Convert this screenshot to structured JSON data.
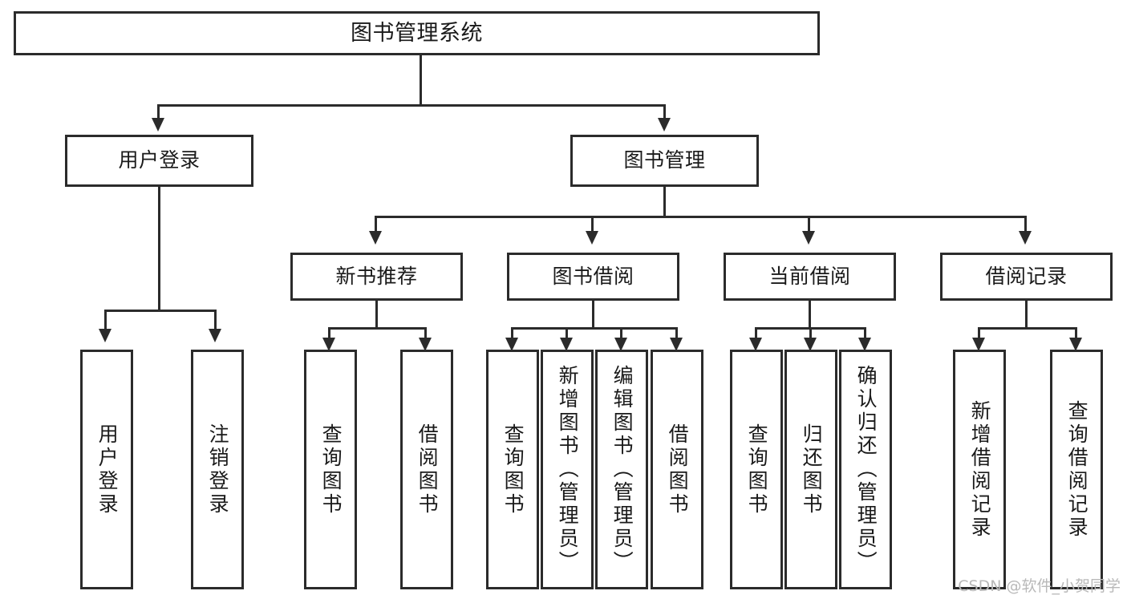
{
  "diagram": {
    "title": "图书管理系统",
    "type": "tree",
    "watermark": "CSDN @软件_小贺同学",
    "colors": {
      "stroke": "#2b2b2b",
      "fill": "#ffffff",
      "text": "#1a1a1a",
      "watermark": "#b9b9b9"
    },
    "root": {
      "label": "图书管理系统"
    },
    "level2": [
      {
        "label": "用户登录"
      },
      {
        "label": "图书管理"
      }
    ],
    "level3": [
      {
        "label": "新书推荐"
      },
      {
        "label": "图书借阅"
      },
      {
        "label": "当前借阅"
      },
      {
        "label": "借阅记录"
      }
    ],
    "leaves": {
      "user_login": [
        {
          "label": "用户登录"
        },
        {
          "label": "注销登录"
        }
      ],
      "new_book": [
        {
          "label": "查询图书"
        },
        {
          "label": "借阅图书"
        }
      ],
      "book_borrow": [
        {
          "label": "查询图书"
        },
        {
          "label": "新增图书（管理员）"
        },
        {
          "label": "编辑图书（管理员）"
        },
        {
          "label": "借阅图书"
        }
      ],
      "current_borrow": [
        {
          "label": "查询图书"
        },
        {
          "label": "归还图书"
        },
        {
          "label": "确认归还（管理员）"
        }
      ],
      "borrow_record": [
        {
          "label": "新增借阅记录"
        },
        {
          "label": "查询借阅记录"
        }
      ]
    }
  }
}
